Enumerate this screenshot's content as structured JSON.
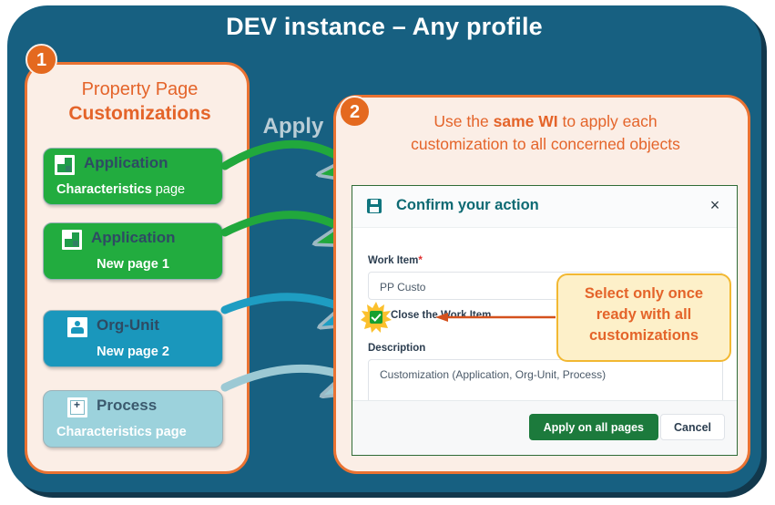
{
  "header": {
    "title": "DEV instance – Any profile"
  },
  "badges": {
    "one": "1",
    "two": "2"
  },
  "left_panel": {
    "heading_line1": "Property Page",
    "heading_line2": "Customizations",
    "cards": [
      {
        "icon": "puzzle-icon",
        "name": "Application",
        "sub_bold": "Characteristics",
        "sub_light": " page",
        "color": "#22ac3f"
      },
      {
        "icon": "puzzle-icon",
        "name": "Application",
        "sub_bold": "New page 1",
        "sub_light": "",
        "color": "#22ac3f"
      },
      {
        "icon": "org-unit-icon",
        "name": "Org-Unit",
        "sub_bold": "New page 2",
        "sub_light": "",
        "color": "#1a97bc"
      },
      {
        "icon": "process-icon",
        "name": "Process",
        "sub_bold": "Characteristics page",
        "sub_light": "",
        "color": "#9cd2dc"
      }
    ]
  },
  "apply_label": "Apply",
  "right_panel": {
    "heading_a": "Use the ",
    "heading_b": "same WI",
    "heading_c": " to apply each",
    "heading_line2": "customization to all concerned objects"
  },
  "dialog": {
    "icon": "save-icon",
    "title": "Confirm your action",
    "close": "×",
    "work_item_label": "Work Item",
    "work_item_required": "*",
    "work_item_value": "PP Custo",
    "checkbox_label": "Close the Work Item",
    "checkbox_checked": true,
    "description_label": "Description",
    "description_value": "Customization (Application, Org-Unit, Process)",
    "primary_button": "Apply on all pages",
    "secondary_button": "Cancel"
  },
  "callout": {
    "line1": "Select only once",
    "line2": "ready with all",
    "line3": "customizations"
  },
  "colors": {
    "shell": "#176081",
    "panel_bg": "#fbeee6",
    "panel_border": "#ea7232",
    "orange_text": "#e4642a",
    "badge": "#e4691f",
    "green_card": "#22ac3f",
    "teal_card": "#1a97bc",
    "pale_card": "#9cd2dc",
    "callout_bg": "#fdf0c9",
    "callout_border": "#f2b832",
    "dialog_border": "#2f6b36",
    "dialog_title": "#0e6a73",
    "primary_button": "#1c7a3c"
  }
}
